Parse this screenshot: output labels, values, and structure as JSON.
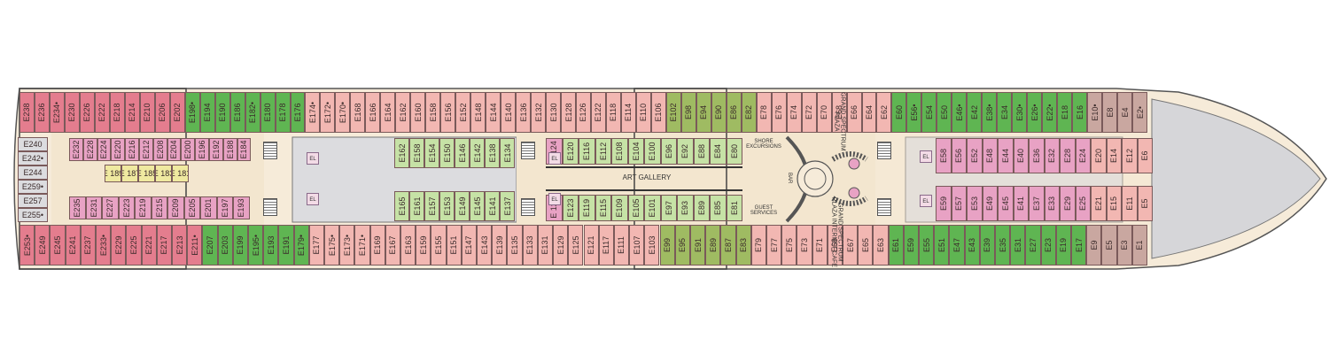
{
  "colors": {
    "hull": "#f6ebd9",
    "hull_border": "#555555",
    "bow": "#d6d6d9",
    "void": "#dcdcdf",
    "interior": "#d9c4aa",
    "corridor": "#f3e6cf",
    "pink": "#f2b7b2",
    "rose": "#e47d8e",
    "green": "#5fb552",
    "green_light": "#c6e2a6",
    "olive": "#9fbb62",
    "purple": "#e8a2c4",
    "yellow": "#efe9a0",
    "taupe": "#c9a7a0",
    "lift": "#f3dbe6"
  },
  "labels": {
    "art_gallery": "ART GALLERY",
    "shore_excursions": "SHORE EXCURSIONS",
    "guest_services": "GUEST SERVICES",
    "bar": "BAR",
    "plaza": "GRAND SPECTRUM PLAZA",
    "internet_cafe": "GRAND SPECTRUM PLAZA INTERNET CAFE",
    "elevator": "EL"
  },
  "stern_cabins": [
    "E240",
    "E242•",
    "E244",
    "E259•",
    "E257",
    "E255•"
  ],
  "top_row": [
    {
      "n": "E238",
      "c": "rose"
    },
    {
      "n": "E236",
      "c": "rose"
    },
    {
      "n": "E234•",
      "c": "rose"
    },
    {
      "n": "E230",
      "c": "rose"
    },
    {
      "n": "E226",
      "c": "rose"
    },
    {
      "n": "E222",
      "c": "rose"
    },
    {
      "n": "E218",
      "c": "rose"
    },
    {
      "n": "E214",
      "c": "rose"
    },
    {
      "n": "E210",
      "c": "rose"
    },
    {
      "n": "E206",
      "c": "rose"
    },
    {
      "n": "E202",
      "c": "rose"
    },
    {
      "n": "E198•",
      "c": "green"
    },
    {
      "n": "E194",
      "c": "green"
    },
    {
      "n": "E190",
      "c": "green"
    },
    {
      "n": "E186",
      "c": "green"
    },
    {
      "n": "E182•",
      "c": "green"
    },
    {
      "n": "E180",
      "c": "green"
    },
    {
      "n": "E178",
      "c": "green"
    },
    {
      "n": "E176",
      "c": "green"
    },
    {
      "n": "E174•",
      "c": "pink"
    },
    {
      "n": "E172•",
      "c": "pink"
    },
    {
      "n": "E170•",
      "c": "pink"
    },
    {
      "n": "E168",
      "c": "pink"
    },
    {
      "n": "E166",
      "c": "pink"
    },
    {
      "n": "E164",
      "c": "pink"
    },
    {
      "n": "E162",
      "c": "pink"
    },
    {
      "n": "E160",
      "c": "pink"
    },
    {
      "n": "E158",
      "c": "pink"
    },
    {
      "n": "E156",
      "c": "pink"
    },
    {
      "n": "E152",
      "c": "pink"
    },
    {
      "n": "E148",
      "c": "pink"
    },
    {
      "n": "E144",
      "c": "pink"
    },
    {
      "n": "E140",
      "c": "pink"
    },
    {
      "n": "E136",
      "c": "pink"
    },
    {
      "n": "E132",
      "c": "pink"
    },
    {
      "n": "E130",
      "c": "pink"
    },
    {
      "n": "E128",
      "c": "pink"
    },
    {
      "n": "E126",
      "c": "pink"
    },
    {
      "n": "E122",
      "c": "pink"
    },
    {
      "n": "E118",
      "c": "pink"
    },
    {
      "n": "E114",
      "c": "pink"
    },
    {
      "n": "E110",
      "c": "pink"
    },
    {
      "n": "E106",
      "c": "pink"
    },
    {
      "n": "E102",
      "c": "olive"
    },
    {
      "n": "E98",
      "c": "olive"
    },
    {
      "n": "E94",
      "c": "olive"
    },
    {
      "n": "E90",
      "c": "olive"
    },
    {
      "n": "E86",
      "c": "olive"
    },
    {
      "n": "E82",
      "c": "olive"
    },
    {
      "n": "E78",
      "c": "pink"
    },
    {
      "n": "E76",
      "c": "pink"
    },
    {
      "n": "E74",
      "c": "pink"
    },
    {
      "n": "E72",
      "c": "pink"
    },
    {
      "n": "E70",
      "c": "pink"
    },
    {
      "n": "E68",
      "c": "pink"
    },
    {
      "n": "E66",
      "c": "pink"
    },
    {
      "n": "E64",
      "c": "pink"
    },
    {
      "n": "E62",
      "c": "pink"
    },
    {
      "n": "E60",
      "c": "green"
    },
    {
      "n": "E56•",
      "c": "green"
    },
    {
      "n": "E54",
      "c": "green"
    },
    {
      "n": "E50",
      "c": "green"
    },
    {
      "n": "E46•",
      "c": "green"
    },
    {
      "n": "E42",
      "c": "green"
    },
    {
      "n": "E38•",
      "c": "green"
    },
    {
      "n": "E34",
      "c": "green"
    },
    {
      "n": "E30•",
      "c": "green"
    },
    {
      "n": "E26•",
      "c": "green"
    },
    {
      "n": "E22•",
      "c": "green"
    },
    {
      "n": "E18",
      "c": "green"
    },
    {
      "n": "E16",
      "c": "green"
    },
    {
      "n": "E10•",
      "c": "taupe"
    },
    {
      "n": "E8",
      "c": "taupe"
    },
    {
      "n": "E4",
      "c": "taupe"
    },
    {
      "n": "E2•",
      "c": "taupe"
    }
  ],
  "bottom_row": [
    {
      "n": "E253•",
      "c": "rose"
    },
    {
      "n": "E249",
      "c": "rose"
    },
    {
      "n": "E245",
      "c": "rose"
    },
    {
      "n": "E241",
      "c": "rose"
    },
    {
      "n": "E237",
      "c": "rose"
    },
    {
      "n": "E233•",
      "c": "rose"
    },
    {
      "n": "E229",
      "c": "rose"
    },
    {
      "n": "E225",
      "c": "rose"
    },
    {
      "n": "E221",
      "c": "rose"
    },
    {
      "n": "E217",
      "c": "rose"
    },
    {
      "n": "E213",
      "c": "rose"
    },
    {
      "n": "E211•",
      "c": "rose"
    },
    {
      "n": "E207",
      "c": "green"
    },
    {
      "n": "E203",
      "c": "green"
    },
    {
      "n": "E199",
      "c": "green"
    },
    {
      "n": "E195•",
      "c": "green"
    },
    {
      "n": "E193",
      "c": "green"
    },
    {
      "n": "E191",
      "c": "green"
    },
    {
      "n": "E179•",
      "c": "green"
    },
    {
      "n": "E177",
      "c": "pink"
    },
    {
      "n": "E175•",
      "c": "pink"
    },
    {
      "n": "E173•",
      "c": "pink"
    },
    {
      "n": "E171•",
      "c": "pink"
    },
    {
      "n": "E169",
      "c": "pink"
    },
    {
      "n": "E167",
      "c": "pink"
    },
    {
      "n": "E163",
      "c": "pink"
    },
    {
      "n": "E159",
      "c": "pink"
    },
    {
      "n": "E155",
      "c": "pink"
    },
    {
      "n": "E151",
      "c": "pink"
    },
    {
      "n": "E147",
      "c": "pink"
    },
    {
      "n": "E143",
      "c": "pink"
    },
    {
      "n": "E139",
      "c": "pink"
    },
    {
      "n": "E135",
      "c": "pink"
    },
    {
      "n": "E133",
      "c": "pink"
    },
    {
      "n": "E131",
      "c": "pink"
    },
    {
      "n": "E129",
      "c": "pink"
    },
    {
      "n": "E125",
      "c": "pink"
    },
    {
      "n": "E121",
      "c": "pink"
    },
    {
      "n": "E117",
      "c": "pink"
    },
    {
      "n": "E111",
      "c": "pink"
    },
    {
      "n": "E107",
      "c": "pink"
    },
    {
      "n": "E103",
      "c": "pink"
    },
    {
      "n": "E99",
      "c": "olive"
    },
    {
      "n": "E95",
      "c": "olive"
    },
    {
      "n": "E91",
      "c": "olive"
    },
    {
      "n": "E89",
      "c": "olive"
    },
    {
      "n": "E87",
      "c": "olive"
    },
    {
      "n": "E83",
      "c": "olive"
    },
    {
      "n": "E79",
      "c": "pink"
    },
    {
      "n": "E77",
      "c": "pink"
    },
    {
      "n": "E75",
      "c": "pink"
    },
    {
      "n": "E73",
      "c": "pink"
    },
    {
      "n": "E71",
      "c": "pink"
    },
    {
      "n": "E69",
      "c": "pink"
    },
    {
      "n": "E67",
      "c": "pink"
    },
    {
      "n": "E65",
      "c": "pink"
    },
    {
      "n": "E63",
      "c": "pink"
    },
    {
      "n": "E61",
      "c": "green"
    },
    {
      "n": "E59",
      "c": "green"
    },
    {
      "n": "E55",
      "c": "green"
    },
    {
      "n": "E51",
      "c": "green"
    },
    {
      "n": "E47",
      "c": "green"
    },
    {
      "n": "E43",
      "c": "green"
    },
    {
      "n": "E39",
      "c": "green"
    },
    {
      "n": "E35",
      "c": "green"
    },
    {
      "n": "E31",
      "c": "green"
    },
    {
      "n": "E27",
      "c": "green"
    },
    {
      "n": "E23",
      "c": "green"
    },
    {
      "n": "E19",
      "c": "green"
    },
    {
      "n": "E17",
      "c": "green"
    },
    {
      "n": "E9",
      "c": "taupe"
    },
    {
      "n": "E5",
      "c": "taupe"
    },
    {
      "n": "E3",
      "c": "taupe"
    },
    {
      "n": "E1",
      "c": "taupe"
    }
  ],
  "inner_stern_top": [
    {
      "n": "E232",
      "c": "purple"
    },
    {
      "n": "E228",
      "c": "purple"
    },
    {
      "n": "E224",
      "c": "purple"
    },
    {
      "n": "E220",
      "c": "purple"
    },
    {
      "n": "E216",
      "c": "purple"
    },
    {
      "n": "E212",
      "c": "purple"
    },
    {
      "n": "E208",
      "c": "purple"
    },
    {
      "n": "E204",
      "c": "purple"
    },
    {
      "n": "E200",
      "c": "purple"
    },
    {
      "n": "E196",
      "c": "purple"
    },
    {
      "n": "E192",
      "c": "purple"
    },
    {
      "n": "E188",
      "c": "purple"
    },
    {
      "n": "E184",
      "c": "purple"
    }
  ],
  "inner_stern_yellow": [
    {
      "n": "E 189",
      "c": "yellow"
    },
    {
      "n": "E 187",
      "c": "yellow"
    },
    {
      "n": "E 185",
      "c": "yellow"
    },
    {
      "n": "E 183",
      "c": "yellow"
    },
    {
      "n": "E 181",
      "c": "yellow"
    }
  ],
  "inner_stern_bottom": [
    {
      "n": "E235",
      "c": "purple"
    },
    {
      "n": "E231",
      "c": "purple"
    },
    {
      "n": "E227",
      "c": "purple"
    },
    {
      "n": "E223",
      "c": "purple"
    },
    {
      "n": "E219",
      "c": "purple"
    },
    {
      "n": "E215",
      "c": "purple"
    },
    {
      "n": "E209",
      "c": "purple"
    },
    {
      "n": "E205",
      "c": "purple"
    },
    {
      "n": "E201",
      "c": "purple"
    },
    {
      "n": "E197",
      "c": "purple"
    },
    {
      "n": "E193",
      "c": "purple"
    }
  ],
  "inner_mid1_top": [
    {
      "n": "E162",
      "c": "green_light"
    },
    {
      "n": "E158",
      "c": "green_light"
    },
    {
      "n": "E154",
      "c": "green_light"
    },
    {
      "n": "E150",
      "c": "green_light"
    },
    {
      "n": "E146",
      "c": "green_light"
    },
    {
      "n": "E142",
      "c": "green_light"
    },
    {
      "n": "E138",
      "c": "green_light"
    },
    {
      "n": "E134",
      "c": "green_light"
    }
  ],
  "inner_mid1_bottom": [
    {
      "n": "E165",
      "c": "green_light"
    },
    {
      "n": "E161",
      "c": "green_light"
    },
    {
      "n": "E157",
      "c": "green_light"
    },
    {
      "n": "E153",
      "c": "green_light"
    },
    {
      "n": "E149",
      "c": "green_light"
    },
    {
      "n": "E145",
      "c": "green_light"
    },
    {
      "n": "E141",
      "c": "green_light"
    },
    {
      "n": "E137",
      "c": "green_light"
    }
  ],
  "inner_mid2_top": [
    {
      "n": "E 124",
      "c": "purple"
    },
    {
      "n": "E120",
      "c": "green_light"
    },
    {
      "n": "E116",
      "c": "green_light"
    },
    {
      "n": "E112",
      "c": "green_light"
    },
    {
      "n": "E108",
      "c": "green_light"
    },
    {
      "n": "E104",
      "c": "green_light"
    },
    {
      "n": "E100",
      "c": "green_light"
    },
    {
      "n": "E96",
      "c": "green_light"
    },
    {
      "n": "E92",
      "c": "green_light"
    },
    {
      "n": "E88",
      "c": "green_light"
    },
    {
      "n": "E84",
      "c": "green_light"
    },
    {
      "n": "E80",
      "c": "green_light"
    }
  ],
  "inner_mid2_bottom": [
    {
      "n": "E 127",
      "c": "purple"
    },
    {
      "n": "E123",
      "c": "green_light"
    },
    {
      "n": "E119",
      "c": "green_light"
    },
    {
      "n": "E115",
      "c": "green_light"
    },
    {
      "n": "E109",
      "c": "green_light"
    },
    {
      "n": "E105",
      "c": "green_light"
    },
    {
      "n": "E101",
      "c": "green_light"
    },
    {
      "n": "E97",
      "c": "green_light"
    },
    {
      "n": "E93",
      "c": "green_light"
    },
    {
      "n": "E89",
      "c": "green_light"
    },
    {
      "n": "E85",
      "c": "green_light"
    },
    {
      "n": "E81",
      "c": "green_light"
    }
  ],
  "inner_bow_top": [
    {
      "n": "E58",
      "c": "purple"
    },
    {
      "n": "E56",
      "c": "purple"
    },
    {
      "n": "E52",
      "c": "purple"
    },
    {
      "n": "E48",
      "c": "purple"
    },
    {
      "n": "E44",
      "c": "purple"
    },
    {
      "n": "E40",
      "c": "purple"
    },
    {
      "n": "E36",
      "c": "purple"
    },
    {
      "n": "E32",
      "c": "purple"
    },
    {
      "n": "E28",
      "c": "purple"
    },
    {
      "n": "E24",
      "c": "purple"
    },
    {
      "n": "E20",
      "c": "pink"
    },
    {
      "n": "E14",
      "c": "pink"
    },
    {
      "n": "E12",
      "c": "pink"
    },
    {
      "n": "E6",
      "c": "pink"
    }
  ],
  "inner_bow_bottom": [
    {
      "n": "E59",
      "c": "purple"
    },
    {
      "n": "E57",
      "c": "purple"
    },
    {
      "n": "E53",
      "c": "purple"
    },
    {
      "n": "E49",
      "c": "purple"
    },
    {
      "n": "E45",
      "c": "purple"
    },
    {
      "n": "E41",
      "c": "purple"
    },
    {
      "n": "E37",
      "c": "purple"
    },
    {
      "n": "E33",
      "c": "purple"
    },
    {
      "n": "E29",
      "c": "purple"
    },
    {
      "n": "E25",
      "c": "purple"
    },
    {
      "n": "E21",
      "c": "pink"
    },
    {
      "n": "E15",
      "c": "pink"
    },
    {
      "n": "E11",
      "c": "pink"
    },
    {
      "n": "E5",
      "c": "pink"
    }
  ]
}
